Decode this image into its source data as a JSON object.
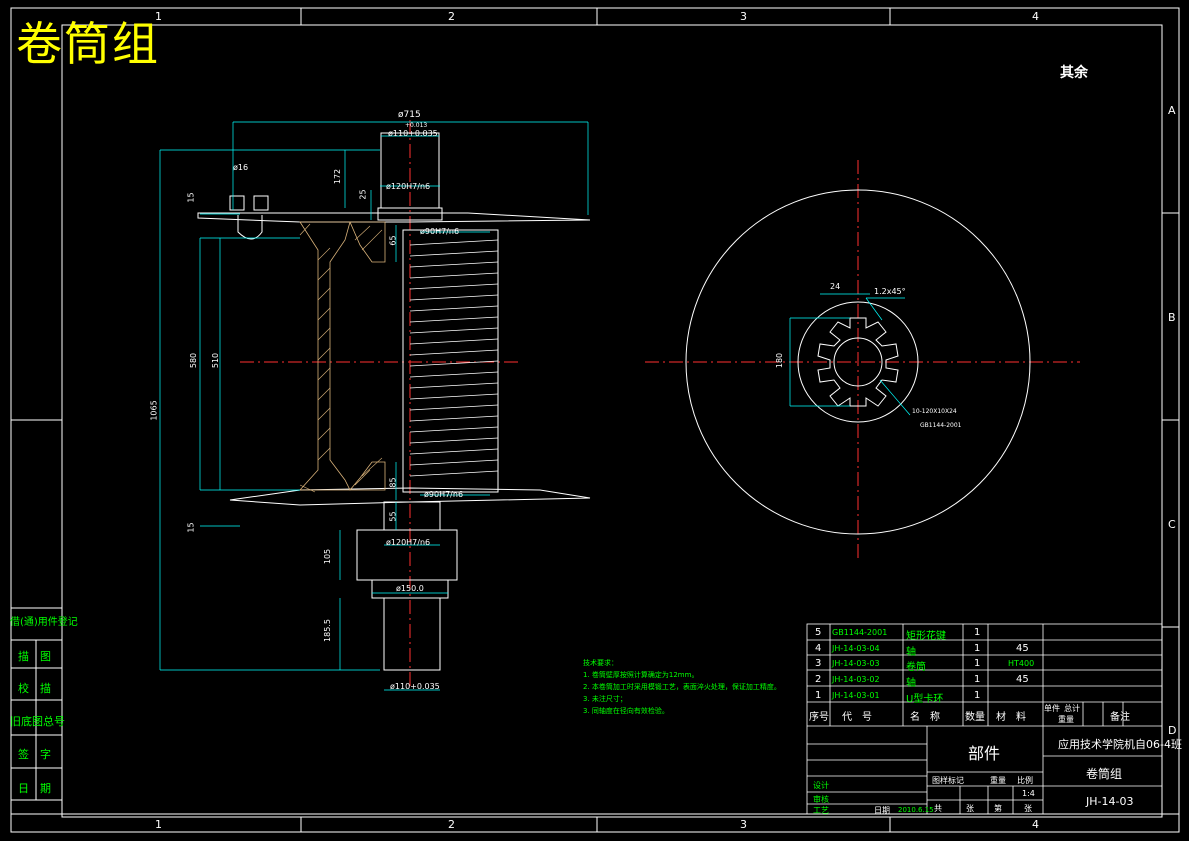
{
  "title": "卷筒组",
  "roughness_note": "其余",
  "grid": {
    "columns": [
      "1",
      "2",
      "3",
      "4"
    ],
    "rows": [
      "A",
      "B",
      "C",
      "D"
    ]
  },
  "dims": {
    "d715": "ø715",
    "d110a": "ø110+0.035",
    "d110a2": "+0.013",
    "d16": "ø16",
    "d120a": "ø120H7/n6",
    "d90a": "ø90H7/n6",
    "d90b": "ø90H7/n6",
    "d120b": "ø120H7/n6",
    "d150": "ø150.0",
    "d110b": "ø110+0.035",
    "h172": "172",
    "h25": "25",
    "h15a": "15",
    "h65": "65",
    "h580": "580",
    "h510": "510",
    "h1065": "1065",
    "h85": "85",
    "h55": "55",
    "h15b": "15",
    "h105": "105",
    "h185": "185.5",
    "r24": "24",
    "chamfer": "1.2x45°",
    "h180": "180",
    "spline1": "10-120X10X24",
    "spline2": "GB1144-2001"
  },
  "notes": {
    "heading": "技术要求：",
    "lines": [
      "1. 卷筒壁厚按照计算确定为12mm。",
      "2. 本卷筒加工时采用模锻工艺，表面淬火处理，保证加工精度。",
      "3. 未注尺寸；",
      "3. 同轴度在径向有效检验。"
    ]
  },
  "bom": {
    "rows": [
      {
        "no": "5",
        "code": "GB1144-2001",
        "name": "矩形花键",
        "qty": "1",
        "mat": ""
      },
      {
        "no": "4",
        "code": "JH-14-03-04",
        "name": "轴",
        "qty": "1",
        "mat": "45"
      },
      {
        "no": "3",
        "code": "JH-14-03-03",
        "name": "卷筒",
        "qty": "1",
        "mat": "HT400"
      },
      {
        "no": "2",
        "code": "JH-14-03-02",
        "name": "轴",
        "qty": "1",
        "mat": "45"
      },
      {
        "no": "1",
        "code": "JH-14-03-01",
        "name": "U型卡环",
        "qty": "1",
        "mat": ""
      }
    ],
    "header": [
      "序号",
      "代　号",
      "名　称",
      "数量",
      "材　料",
      "单件",
      "总计",
      "重量",
      "备注"
    ]
  },
  "titleblock": {
    "part": "部件",
    "school": "应用技术学院机自06-4班",
    "name": "卷筒组",
    "code": "JH-14-03",
    "scale": "1:4",
    "labels": {
      "stage": "图样标记",
      "weight": "重量",
      "ratio": "比例",
      "total": "共",
      "sheet": "张",
      "no": "第",
      "design": "设计",
      "check": "审核",
      "process": "工艺",
      "date_label": "日期",
      "date": "2010.6.15"
    }
  },
  "sidebar": [
    "借(通)用件登记",
    "描　图",
    "校　描",
    "旧底图总号",
    "签　字",
    "日　期"
  ]
}
